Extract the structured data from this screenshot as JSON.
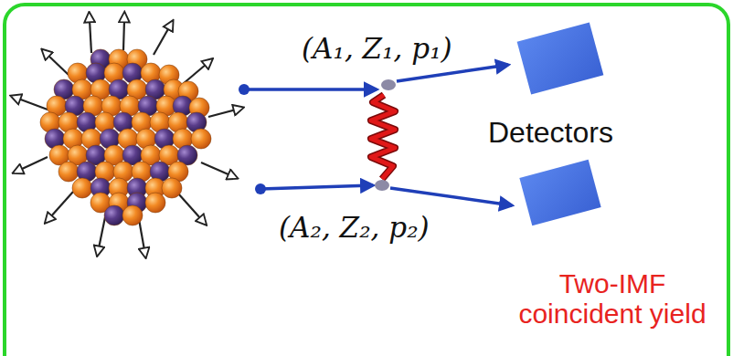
{
  "diagram": {
    "labels": [
      "(A₁, Z₁, p₁)",
      "Detectors",
      "(A₂, Z₂, p₂)",
      "Two-IMF coincident yield"
    ]
  }
}
